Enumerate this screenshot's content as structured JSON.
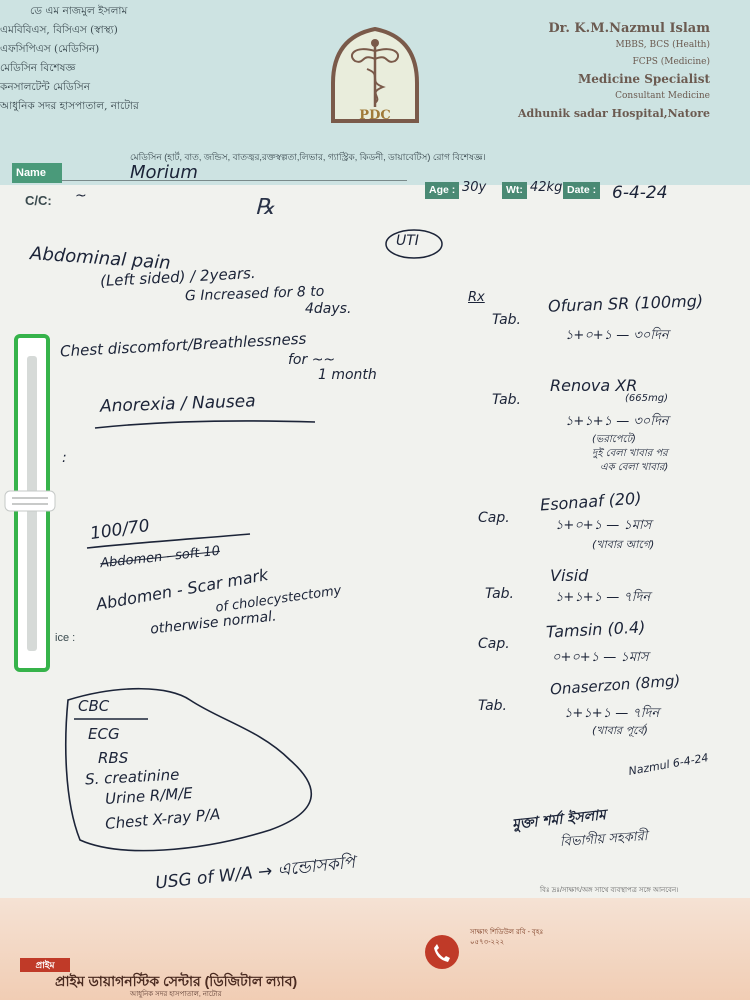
{
  "header": {
    "left_lines": [
      "ডে এম নাজমুল ইসলাম",
      "এমবিবিএস, বিসিএস (স্বাস্থ্য)",
      "এফসিপিএস (মেডিসিন)",
      "মেডিসিন বিশেষজ্ঞ",
      "কনসালটেন্ট মেডিসিন",
      "আধুনিক সদর হাসপাতাল, নাটোর"
    ],
    "doctor_name": "Dr. K.M.Nazmul Islam",
    "degree1": "MBBS, BCS (Health)",
    "degree2": "FCPS (Medicine)",
    "specialty": "Medicine Specialist",
    "consultant": "Consultant Medicine",
    "hospital": "Adhunik sadar Hospital,Natore",
    "services": "মেডিসিন (হার্ট, বাত, জন্ডিস, বাতজ্বর,রক্তস্বল্পতা,লিভার, গ্যাস্ট্রিক, কিডনী, ডায়াবেটিস) রোগ বিশেষজ্ঞ।",
    "logo_text": "PDC"
  },
  "form": {
    "name_label": "Name",
    "cc_label": "C/C:",
    "age_label": "Age :",
    "wt_label": "Wt:",
    "date_label": "Date :",
    "advice_label": "ice :",
    "colon": ":"
  },
  "patient": {
    "name": "Morium",
    "age": "30y",
    "weight": "42kg",
    "date": "6-4-24"
  },
  "left_notes": {
    "rx_symbol": "℞",
    "cc_dash": "~",
    "complaint1a": "Abdominal pain",
    "complaint1b": "(Left sided) / 2years.",
    "complaint1c": "G Increased for 8 to",
    "complaint1d": "4days.",
    "complaint2a": "Chest discomfort/Breathlessness",
    "complaint2b": "for ~~",
    "complaint2c": "1 month",
    "complaint3": "Anorexia / Nausea",
    "bp": "100/70",
    "struck": "Abdomen - soft 10",
    "exam1": "Abdomen - Scar mark",
    "exam2": "of cholecystectomy",
    "exam3": "otherwise normal.",
    "invest": [
      "CBC",
      "ECG",
      "RBS",
      "S. creatinine",
      "Urine R/M/E",
      "Chest X-ray P/A"
    ],
    "usg": "USG of W/A → এন্ডোসকপি"
  },
  "right_notes": {
    "circled": "UTI",
    "rx": "Rx",
    "med1_form": "Tab.",
    "med1_name": "Ofuran SR (100mg)",
    "med1_dose": "১+০+১ — ৩০দিন",
    "med2_form": "Tab.",
    "med2_name": "Renova XR",
    "med2_strength": "(665mg)",
    "med2_dose": "১+১+১ — ৩০দিন",
    "med2_note1": "(ভরাপেটে)",
    "med2_note2": "দুই বেলা খাবার পর",
    "med2_note3": "এক বেলা খাবার)",
    "med3_form": "Cap.",
    "med3_name": "Esonaaf (20)",
    "med3_dose": "১+০+১ — ১মাস",
    "med3_note": "(খাবার আগে)",
    "med4_form": "Tab.",
    "med4_name": "Visid",
    "med4_dose": "১+১+১ — ৭দিন",
    "med5_form": "Cap.",
    "med5_name": "Tamsin (0.4)",
    "med5_dose": "০+০+১ — ১মাস",
    "med6_form": "Tab.",
    "med6_name": "Onaserzon (8mg)",
    "med6_dose": "১+১+১ — ৭দিন",
    "med6_note": "(খাবার পূর্বে)",
    "signature": "Nazmul 6-4-24",
    "bottom1": "মুক্তা শর্মা ইসলাম",
    "bottom2": "বিভাগীয় সহকারী"
  },
  "footer": {
    "note": "বিঃ দ্রঃ/সাক্ষাৎ/অঙ্গ সাথে ব্যবস্থাপত্র সঙ্গে আনবেন।",
    "badge": "প্রাইম",
    "title": "প্রাইম ডায়াগনস্টিক সেন্টার (ডিজিটাল ল্যাব)",
    "subtitle": "আধুনিক সদর হাসপাতাল, নাটোর",
    "right_text": "সাক্ষাৎ শিডিউল রবি - বৃহঃ ০৫৭৩-২২২"
  },
  "colors": {
    "header_bg": "#cde3e2",
    "label_green": "#4a8a74",
    "scroll_green": "#36b34a",
    "footer_bg": "#f1cdb4"
  }
}
